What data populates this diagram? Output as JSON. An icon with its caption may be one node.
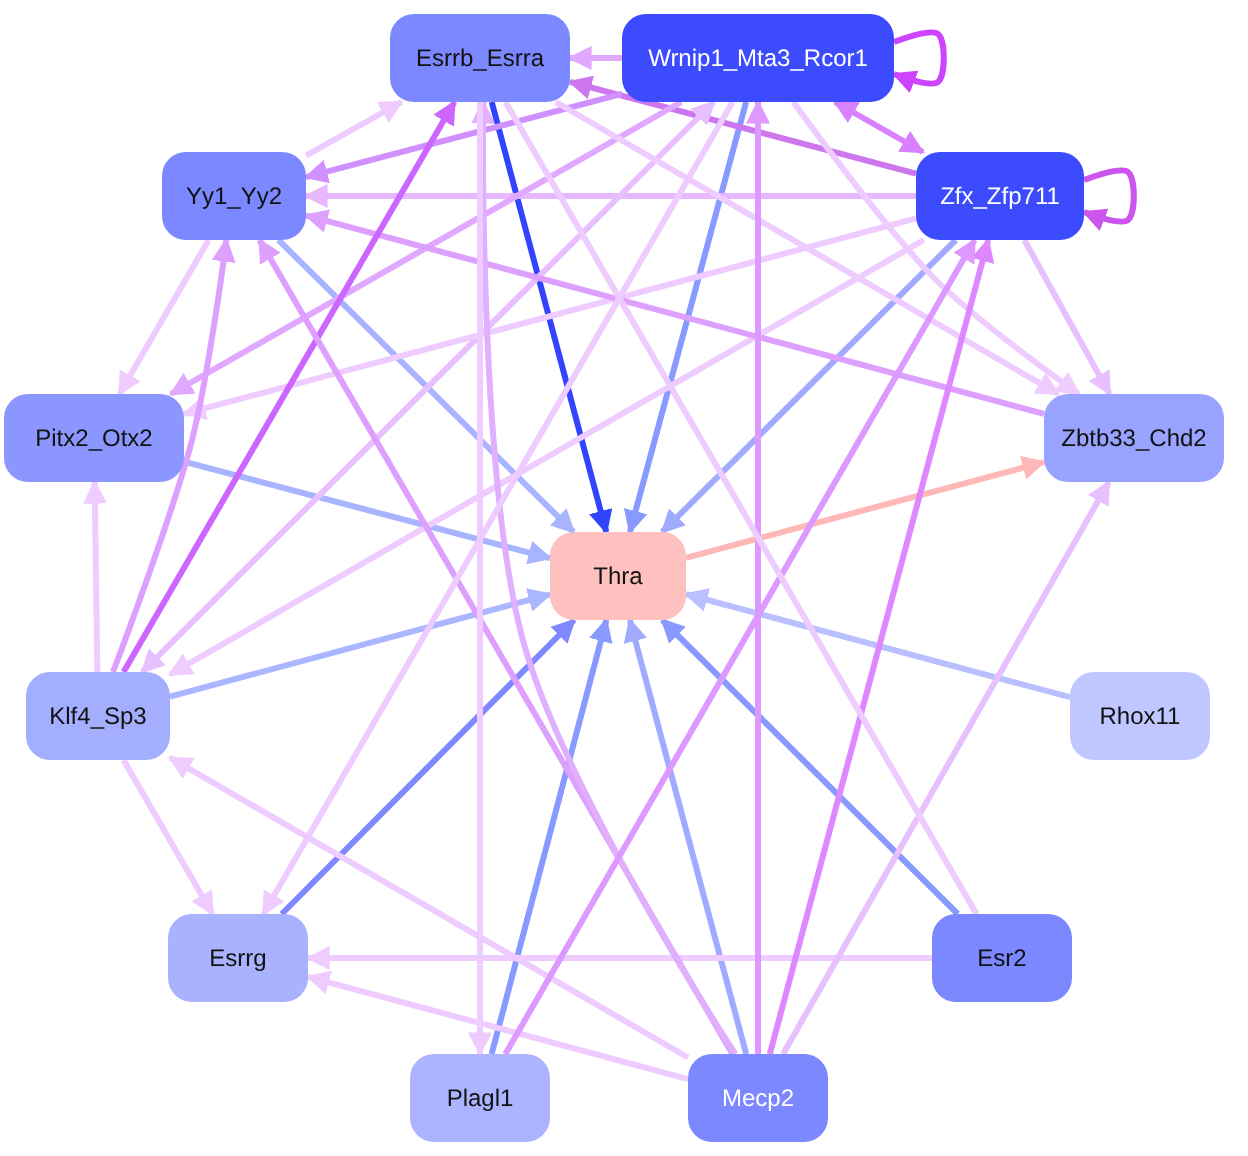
{
  "diagram": {
    "nodes": [
      {
        "text": [
          "Esrrb_Esrra"
        ]
      },
      {
        "text": [
          "Wrnip1_Mta3_Rcor1"
        ]
      },
      {
        "text": [
          "Yy1_Yy2"
        ]
      },
      {
        "text": [
          "Zfx_Zfp711"
        ]
      },
      {
        "text": [
          "Pitx2_Otx2"
        ]
      },
      {
        "text": [
          "Zbtb33_Chd2"
        ]
      },
      {
        "text": [
          "Thra"
        ]
      },
      {
        "text": [
          "Rhox11"
        ]
      },
      {
        "text": [
          "Klf4_Sp3"
        ]
      },
      {
        "text": [
          "Esrrg"
        ]
      },
      {
        "text": [
          "Esr2"
        ]
      },
      {
        "text": [
          "Plagl1"
        ]
      },
      {
        "text": [
          "Mecp2"
        ]
      }
    ],
    "edges": [
      {
        "from": 0,
        "to": 6,
        "arrow": "to",
        "color": "#3344ff"
      },
      {
        "from": 1,
        "to": 6,
        "arrow": "to",
        "color": "#8899ff"
      },
      {
        "from": 3,
        "to": 6,
        "arrow": "to",
        "color": "#a0aaff"
      },
      {
        "from": 2,
        "to": 6,
        "arrow": "to",
        "color": "#a8b4ff"
      },
      {
        "from": 4,
        "to": 6,
        "arrow": "to",
        "color": "#a8b4ff"
      },
      {
        "from": 8,
        "to": 6,
        "arrow": "to",
        "color": "#aab6ff"
      },
      {
        "from": 7,
        "to": 6,
        "arrow": "to",
        "color": "#b8c0ff"
      },
      {
        "from": 9,
        "to": 6,
        "arrow": "to",
        "color": "#7f88ff"
      },
      {
        "from": 11,
        "to": 6,
        "arrow": "to",
        "color": "#8899ff"
      },
      {
        "from": 12,
        "to": 6,
        "arrow": "to",
        "color": "#a0aaff"
      },
      {
        "from": 10,
        "to": 6,
        "arrow": "to",
        "color": "#8899ff"
      },
      {
        "from": 6,
        "to": 5,
        "arrow": "to",
        "color": "#ffb8b8"
      },
      {
        "from": 1,
        "to": 0,
        "arrow": "to",
        "color": "#e0a8ff"
      },
      {
        "from": 1,
        "to": 1,
        "arrow": "to",
        "color": "#cc44ff"
      },
      {
        "from": 3,
        "to": 3,
        "arrow": "to",
        "color": "#cc55ee"
      },
      {
        "from": 1,
        "to": 3,
        "arrow": "both",
        "color": "#d880ff"
      },
      {
        "from": 3,
        "to": 0,
        "arrow": "to",
        "color": "#cc77ee"
      },
      {
        "from": 1,
        "to": 2,
        "arrow": "to",
        "color": "#d090ff"
      },
      {
        "from": 3,
        "to": 2,
        "arrow": "to",
        "color": "#e8b8ff"
      },
      {
        "from": 2,
        "to": 0,
        "arrow": "to",
        "color": "#eeccff"
      },
      {
        "from": 2,
        "to": 4,
        "arrow": "to",
        "color": "#eeccff"
      },
      {
        "from": 1,
        "to": 4,
        "arrow": "to",
        "color": "#e0a8ff"
      },
      {
        "from": 1,
        "to": 8,
        "arrow": "both",
        "color": "#e8c0ff"
      },
      {
        "from": 3,
        "to": 4,
        "arrow": "to",
        "color": "#eeccff"
      },
      {
        "from": 3,
        "to": 8,
        "arrow": "to",
        "color": "#eeccff"
      },
      {
        "from": 5,
        "to": 2,
        "arrow": "to",
        "color": "#dda0ff"
      },
      {
        "from": 1,
        "to": 5,
        "arrow": "to",
        "color": "#eeccff"
      },
      {
        "from": 3,
        "to": 5,
        "arrow": "to",
        "color": "#e8c0ff"
      },
      {
        "from": 0,
        "to": 5,
        "arrow": "to",
        "color": "#eeccff"
      },
      {
        "from": 8,
        "to": 0,
        "arrow": "to",
        "color": "#cc66ff"
      },
      {
        "from": 8,
        "to": 2,
        "arrow": "to",
        "color": "#dda0ff"
      },
      {
        "from": 8,
        "to": 4,
        "arrow": "to",
        "color": "#eeccff"
      },
      {
        "from": 8,
        "to": 9,
        "arrow": "to",
        "color": "#eeccff"
      },
      {
        "from": 12,
        "to": 8,
        "arrow": "to",
        "color": "#eeccff"
      },
      {
        "from": 12,
        "to": 9,
        "arrow": "to",
        "color": "#eeccff"
      },
      {
        "from": 10,
        "to": 9,
        "arrow": "to",
        "color": "#eeccff"
      },
      {
        "from": 12,
        "to": 2,
        "arrow": "to",
        "color": "#dda0ff"
      },
      {
        "from": 12,
        "to": 0,
        "arrow": "to",
        "color": "#e0b0ff"
      },
      {
        "from": 12,
        "to": 1,
        "arrow": "to",
        "color": "#dd99ff"
      },
      {
        "from": 12,
        "to": 3,
        "arrow": "to",
        "color": "#dd88ff"
      },
      {
        "from": 12,
        "to": 5,
        "arrow": "to",
        "color": "#e8c0ff"
      },
      {
        "from": 11,
        "to": 3,
        "arrow": "to",
        "color": "#dd99ff"
      },
      {
        "from": 10,
        "to": 0,
        "arrow": "none",
        "color": "#eeccff"
      },
      {
        "from": 1,
        "to": 9,
        "arrow": "to",
        "color": "#eeccff"
      },
      {
        "from": 0,
        "to": 11,
        "arrow": "to",
        "color": "#eeccff"
      }
    ]
  }
}
